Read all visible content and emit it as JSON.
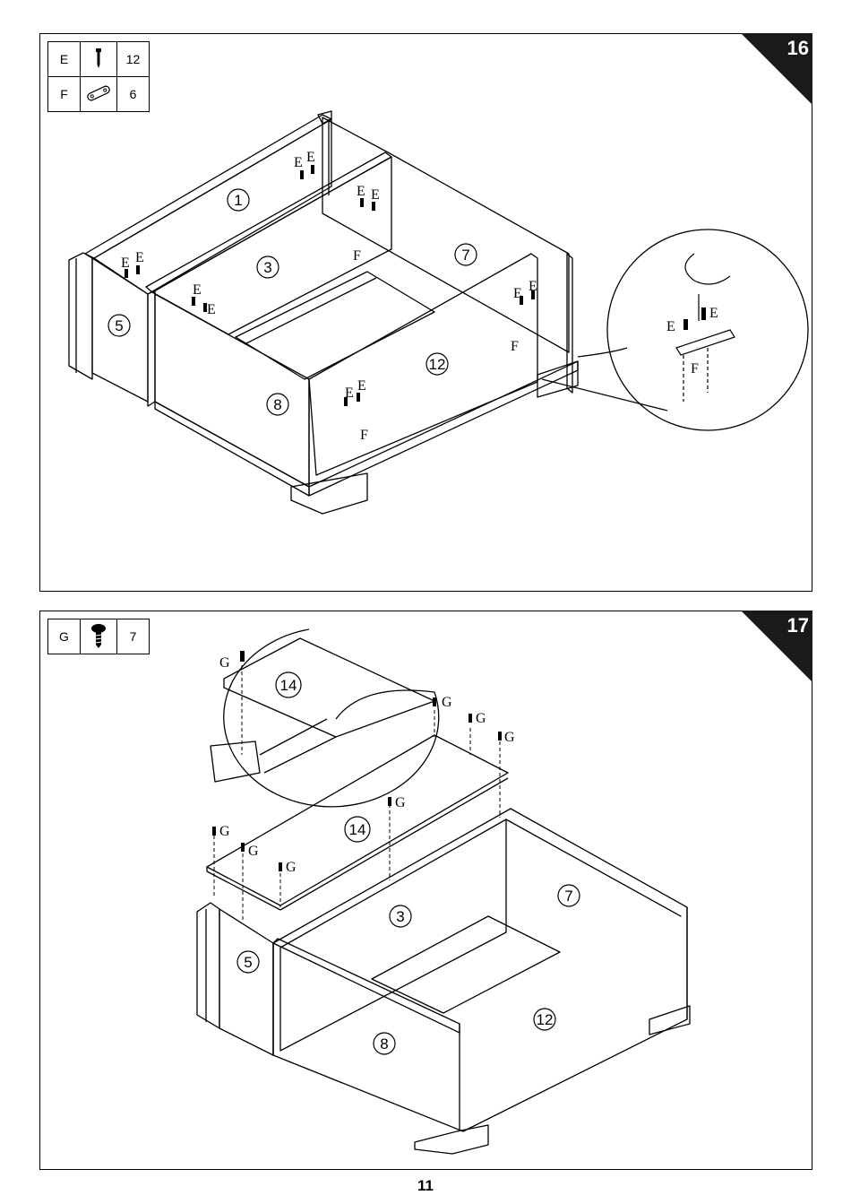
{
  "steps": [
    {
      "number": "16",
      "parts": [
        {
          "letter": "E",
          "icon": "screw-icon",
          "qty": "12"
        },
        {
          "letter": "F",
          "icon": "connector-plate-icon",
          "qty": "6"
        }
      ],
      "panel_labels": [
        "1",
        "3",
        "7",
        "5",
        "8",
        "12"
      ],
      "hardware_labels": {
        "E": "E",
        "F": "F"
      }
    },
    {
      "number": "17",
      "parts": [
        {
          "letter": "G",
          "icon": "washer-head-screw-icon",
          "qty": "7"
        }
      ],
      "panel_labels": [
        "14",
        "14",
        "3",
        "7",
        "5",
        "8",
        "12"
      ],
      "hardware_labels": {
        "G": "G"
      }
    }
  ],
  "page_number": "11"
}
